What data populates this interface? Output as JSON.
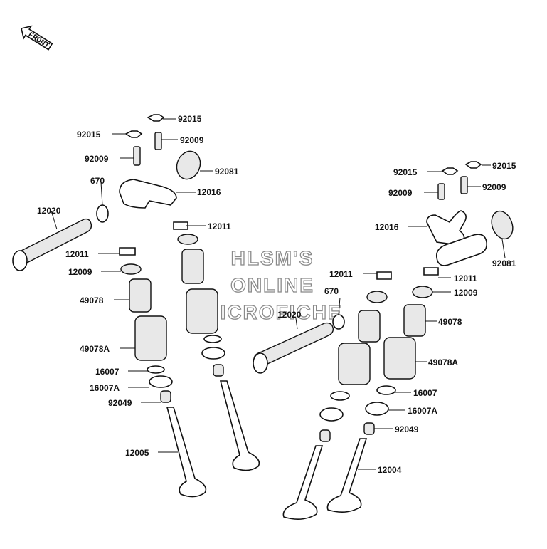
{
  "front_label": "FRONT",
  "watermark": [
    "HLSM'S",
    "ONLINE",
    "MICROFICHE"
  ],
  "part_labels": {
    "p92015_a": "92015",
    "p92015_b": "92015",
    "p92009_a": "92009",
    "p92009_b": "92009",
    "p92081_a": "92081",
    "p670_a": "670",
    "p12016_a": "12016",
    "p12020_a": "12020",
    "p12011_a": "12011",
    "p12011_b": "12011",
    "p12009_a": "12009",
    "p49078_a": "49078",
    "p49078A_a": "49078A",
    "p16007_a": "16007",
    "p16007A_a": "16007A",
    "p92049_a": "92049",
    "p12005": "12005",
    "p92015_c": "92015",
    "p92015_d": "92015",
    "p92009_c": "92009",
    "p92009_d": "92009",
    "p12016_b": "12016",
    "p92081_b": "92081",
    "p12011_c": "12011",
    "p12011_d": "12011",
    "p670_b": "670",
    "p12009_b": "12009",
    "p12020_b": "12020",
    "p49078_b": "49078",
    "p49078A_b": "49078A",
    "p16007_b": "16007",
    "p16007A_b": "16007A",
    "p92049_b": "92049",
    "p12004": "12004"
  }
}
